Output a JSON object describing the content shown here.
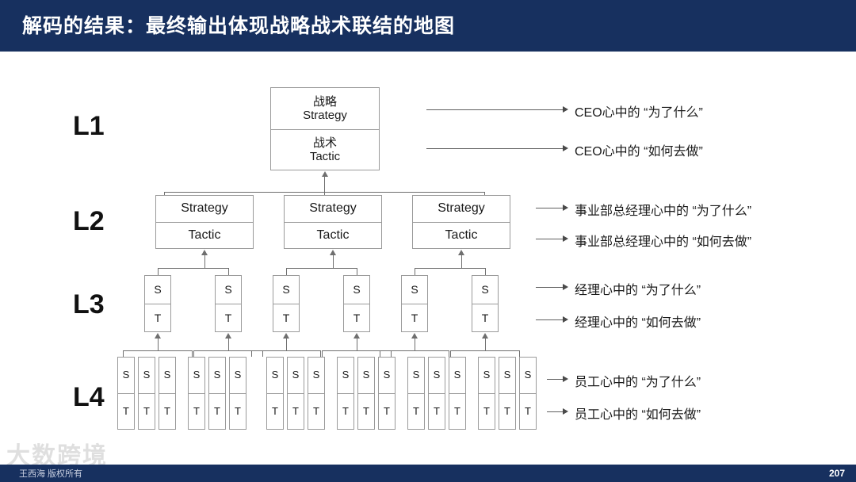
{
  "slide": {
    "title": "解码的结果：最终输出体现战略战术联结的地图",
    "page_number": "207",
    "footer_text": "王西海 版权所有",
    "watermark": "大数跨境",
    "accent_color": "#17305f",
    "box_border_color": "#9a9a9a",
    "connector_color": "#6f6f6f"
  },
  "levels": [
    {
      "label": "L1"
    },
    {
      "label": "L2"
    },
    {
      "label": "L3"
    },
    {
      "label": "L4"
    }
  ],
  "nodes": {
    "l1": {
      "strategy": "战略\nStrategy",
      "tactic": "战术\nTactic"
    },
    "l2": [
      {
        "strategy": "Strategy",
        "tactic": "Tactic"
      },
      {
        "strategy": "Strategy",
        "tactic": "Tactic"
      },
      {
        "strategy": "Strategy",
        "tactic": "Tactic"
      }
    ],
    "l3": [
      {
        "strategy": "S",
        "tactic": "T"
      },
      {
        "strategy": "S",
        "tactic": "T"
      },
      {
        "strategy": "S",
        "tactic": "T"
      },
      {
        "strategy": "S",
        "tactic": "T"
      },
      {
        "strategy": "S",
        "tactic": "T"
      },
      {
        "strategy": "S",
        "tactic": "T"
      }
    ],
    "l4": [
      {
        "strategy": "S",
        "tactic": "T"
      },
      {
        "strategy": "S",
        "tactic": "T"
      },
      {
        "strategy": "S",
        "tactic": "T"
      },
      {
        "strategy": "S",
        "tactic": "T"
      },
      {
        "strategy": "S",
        "tactic": "T"
      },
      {
        "strategy": "S",
        "tactic": "T"
      },
      {
        "strategy": "S",
        "tactic": "T"
      },
      {
        "strategy": "S",
        "tactic": "T"
      },
      {
        "strategy": "S",
        "tactic": "T"
      },
      {
        "strategy": "S",
        "tactic": "T"
      },
      {
        "strategy": "S",
        "tactic": "T"
      },
      {
        "strategy": "S",
        "tactic": "T"
      },
      {
        "strategy": "S",
        "tactic": "T"
      },
      {
        "strategy": "S",
        "tactic": "T"
      },
      {
        "strategy": "S",
        "tactic": "T"
      },
      {
        "strategy": "S",
        "tactic": "T"
      },
      {
        "strategy": "S",
        "tactic": "T"
      },
      {
        "strategy": "S",
        "tactic": "T"
      }
    ]
  },
  "annotations": [
    {
      "why": "CEO心中的 “为了什么”",
      "how": "CEO心中的 “如何去做”"
    },
    {
      "why": "事业部总经理心中的 “为了什么”",
      "how": "事业部总经理心中的 “如何去做”"
    },
    {
      "why": "经理心中的 “为了什么”",
      "how": "经理心中的 “如何去做”"
    },
    {
      "why": "员工心中的 “为了什么”",
      "how": "员工心中的 “如何去做”"
    }
  ]
}
